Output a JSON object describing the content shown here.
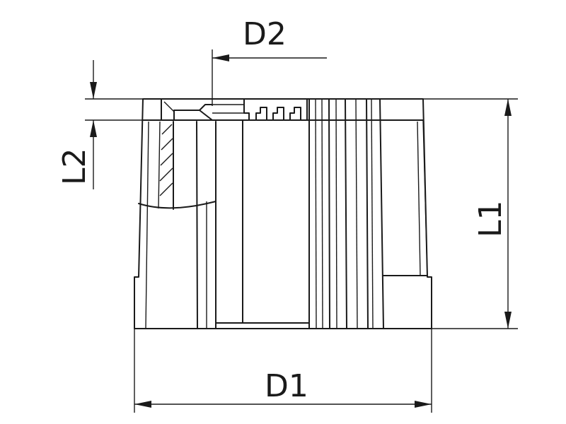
{
  "drawing": {
    "dimensions": {
      "d1": "D1",
      "d2": "D2",
      "l1": "L1",
      "l2": "L2"
    },
    "colors": {
      "line": "#1a1a1a",
      "background": "#ffffff"
    }
  }
}
